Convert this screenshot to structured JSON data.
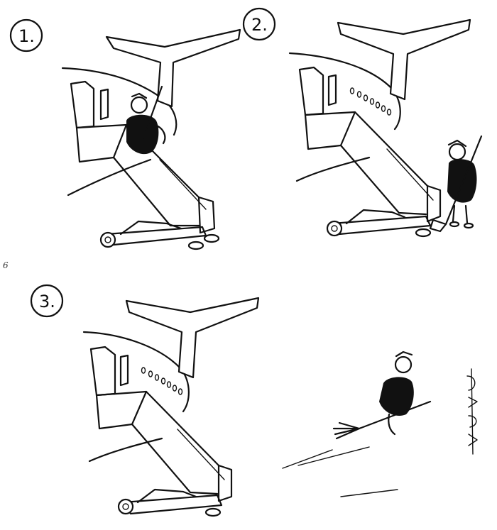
{
  "panels": [
    {
      "number": "1."
    },
    {
      "number": "2."
    },
    {
      "number": "3."
    }
  ],
  "page_marker": "6",
  "colors": {
    "ink": "#111111",
    "paper": "#ffffff"
  }
}
